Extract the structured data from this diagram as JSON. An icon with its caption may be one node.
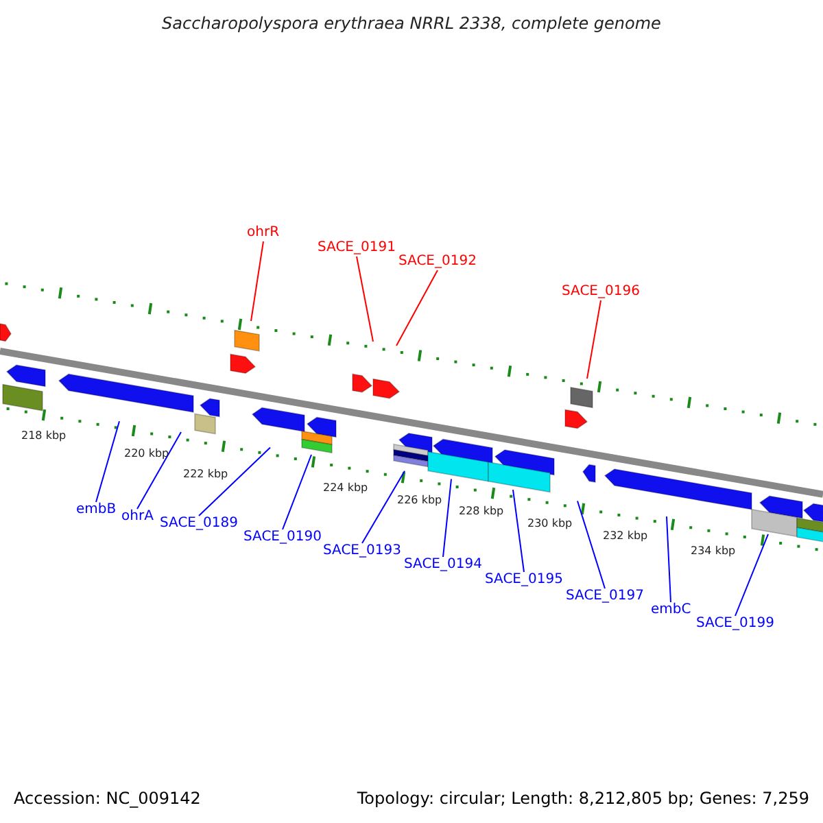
{
  "diagram": {
    "title": "Saccharopolyspora erythraea NRRL 2338, complete genome",
    "nodes": [
      {
        "text": [
          "ohrR"
        ]
      },
      {
        "text": [
          "SACE_0191"
        ]
      },
      {
        "text": [
          "SACE_0192"
        ]
      },
      {
        "text": [
          "SACE_0196"
        ]
      },
      {
        "text": [
          "embB"
        ]
      },
      {
        "text": [
          "ohrA"
        ]
      },
      {
        "text": [
          "SACE_0189"
        ]
      },
      {
        "text": [
          "SACE_0190"
        ]
      },
      {
        "text": [
          "SACE_0193"
        ]
      },
      {
        "text": [
          "SACE_0194"
        ]
      },
      {
        "text": [
          "SACE_0195"
        ]
      },
      {
        "text": [
          "SACE_0197"
        ]
      },
      {
        "text": [
          "embC"
        ]
      },
      {
        "text": [
          "SACE_0199"
        ]
      }
    ],
    "edges": [
      {
        "from": 0,
        "to": null,
        "arrow": "none",
        "color": "#ff0000"
      },
      {
        "from": 1,
        "to": null,
        "arrow": "none",
        "color": "#ff0000"
      },
      {
        "from": 2,
        "to": null,
        "arrow": "none",
        "color": "#ff0000"
      },
      {
        "from": 3,
        "to": null,
        "arrow": "none",
        "color": "#ff0000"
      },
      {
        "from": 4,
        "to": null,
        "arrow": "none"
      },
      {
        "from": 5,
        "to": null,
        "arrow": "none"
      },
      {
        "from": 6,
        "to": null,
        "arrow": "none"
      },
      {
        "from": 7,
        "to": null,
        "arrow": "none"
      },
      {
        "from": 8,
        "to": null,
        "arrow": "none"
      },
      {
        "from": 9,
        "to": null,
        "arrow": "none"
      },
      {
        "from": 10,
        "to": null,
        "arrow": "none"
      },
      {
        "from": 11,
        "to": null,
        "arrow": "none"
      },
      {
        "from": 12,
        "to": null,
        "arrow": "none"
      },
      {
        "from": 13,
        "to": null,
        "arrow": "none"
      }
    ],
    "labels": [
      "218 kbp",
      "220 kbp",
      "222 kbp",
      "224 kbp",
      "226 kbp",
      "228 kbp",
      "230 kbp",
      "232 kbp",
      "234 kbp",
      "Accession: NC_009142",
      "Topology: circular; Length: 8,212,805 bp; Genes: 7,259"
    ]
  }
}
